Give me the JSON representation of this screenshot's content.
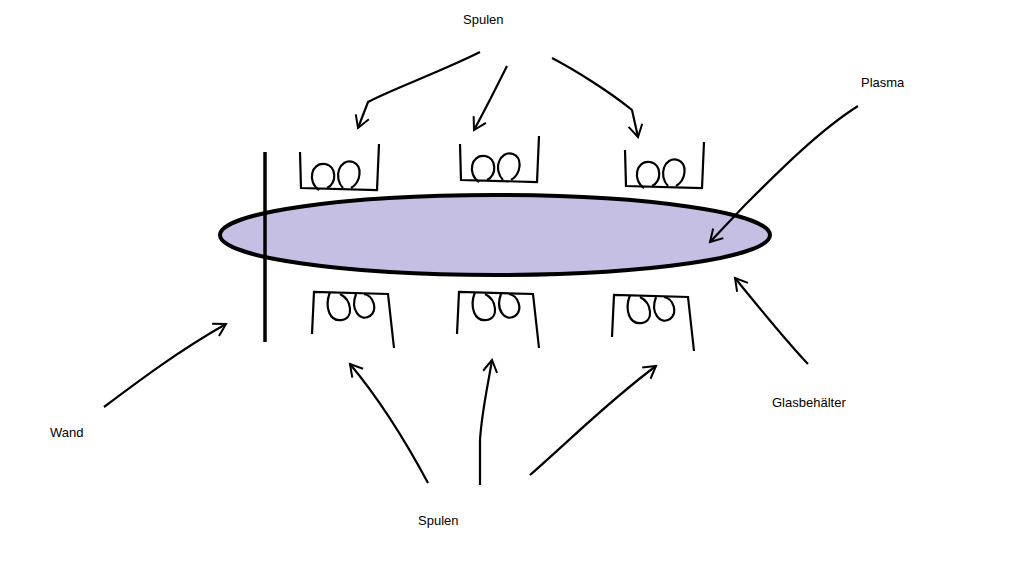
{
  "diagram": {
    "labels": [
      "Spulen",
      "Plasma",
      "Wand",
      "Glasbehälter",
      "Spulen"
    ]
  }
}
